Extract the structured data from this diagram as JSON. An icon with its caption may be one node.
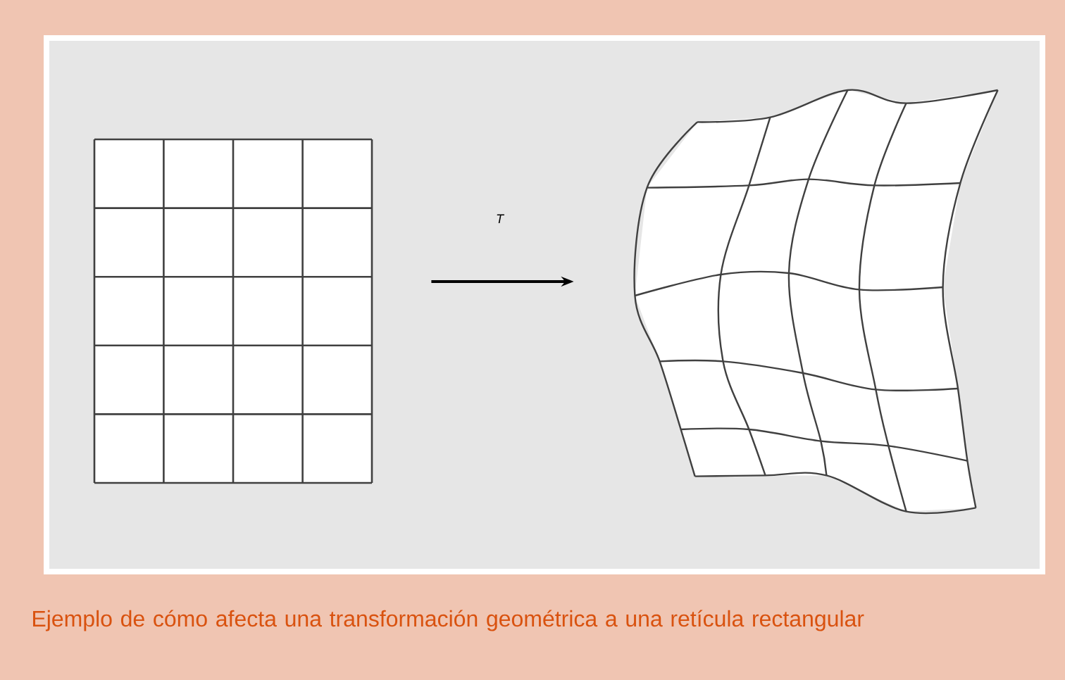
{
  "diagram": {
    "caption": "Ejemplo de cómo afecta una transformación geométrica a una retícula rectangular",
    "nodes": [
      {
        "text": [],
        "shape": "picture"
      },
      {
        "text": [],
        "shape": "picture"
      }
    ],
    "edges": [
      {
        "from": 0,
        "to": 1,
        "arrow": "to",
        "label": "T"
      }
    ]
  }
}
